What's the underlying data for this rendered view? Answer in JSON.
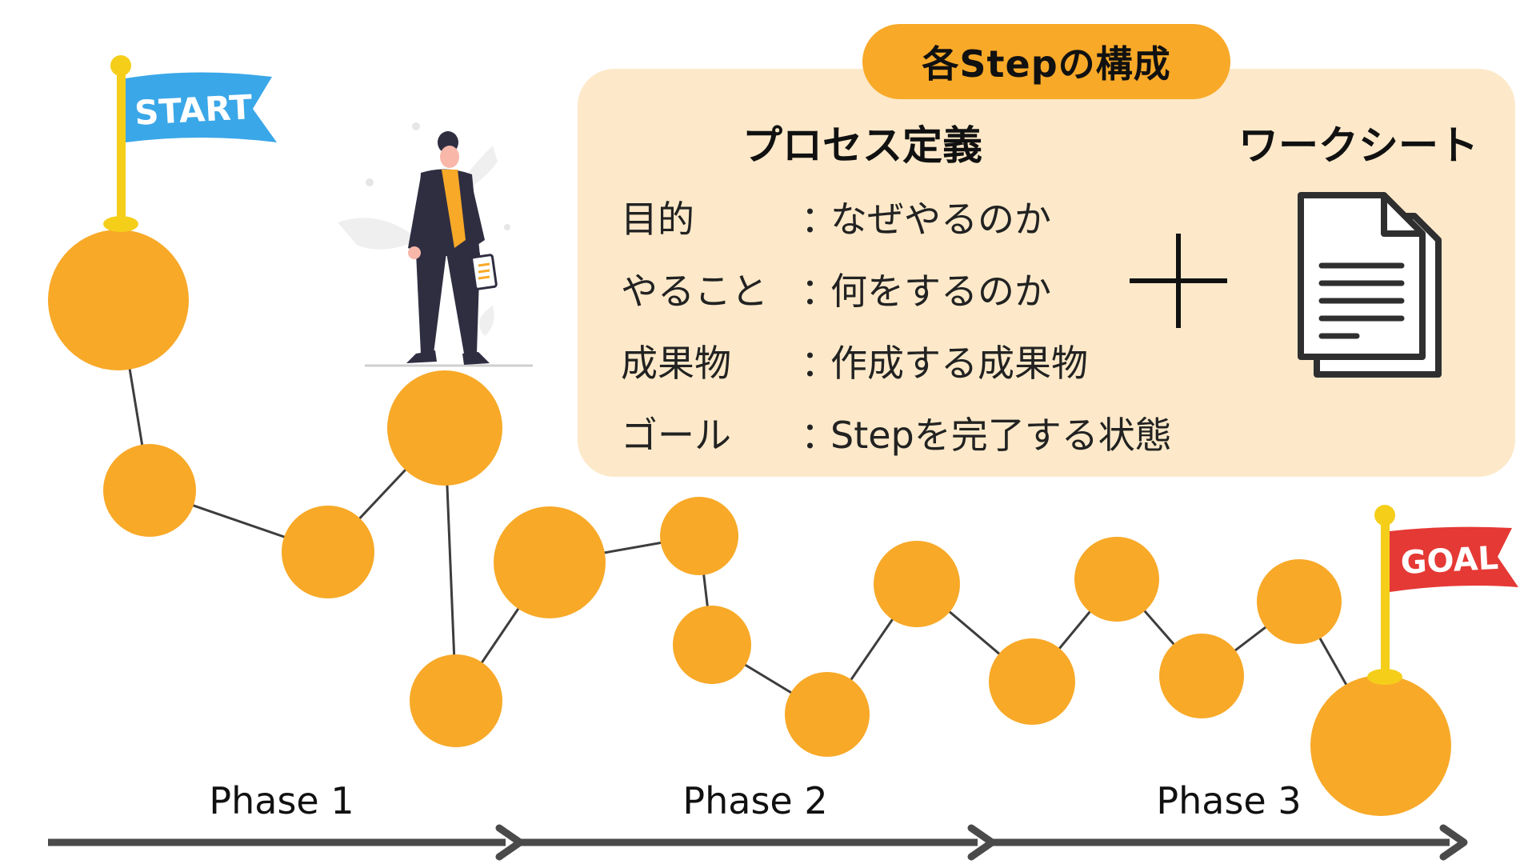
{
  "title": "各Stepの構成",
  "columns": {
    "process_definition": "プロセス定義",
    "worksheet": "ワークシート"
  },
  "definitions": [
    {
      "label": "目的",
      "value": "なぜやるのか"
    },
    {
      "label": "やること",
      "value": "何をするのか"
    },
    {
      "label": "成果物",
      "value": "作成する成果物"
    },
    {
      "label": "ゴール",
      "value": "Stepを完了する状態"
    }
  ],
  "separator": "：",
  "flags": {
    "start": {
      "label": "START",
      "color": "#3AA7E8"
    },
    "goal": {
      "label": "GOAL",
      "color": "#E53935"
    }
  },
  "phases": [
    "Phase 1",
    "Phase 2",
    "Phase 3"
  ],
  "colors": {
    "node": "#F8A928",
    "panel": "#FDE9C9",
    "pill": "#F8A928",
    "arrow": "#4A4A4A",
    "pole": "#F5CE1A"
  },
  "icons": {
    "plus": "plus-icon",
    "worksheet": "document-icon",
    "person": "walking-person-illustration"
  }
}
